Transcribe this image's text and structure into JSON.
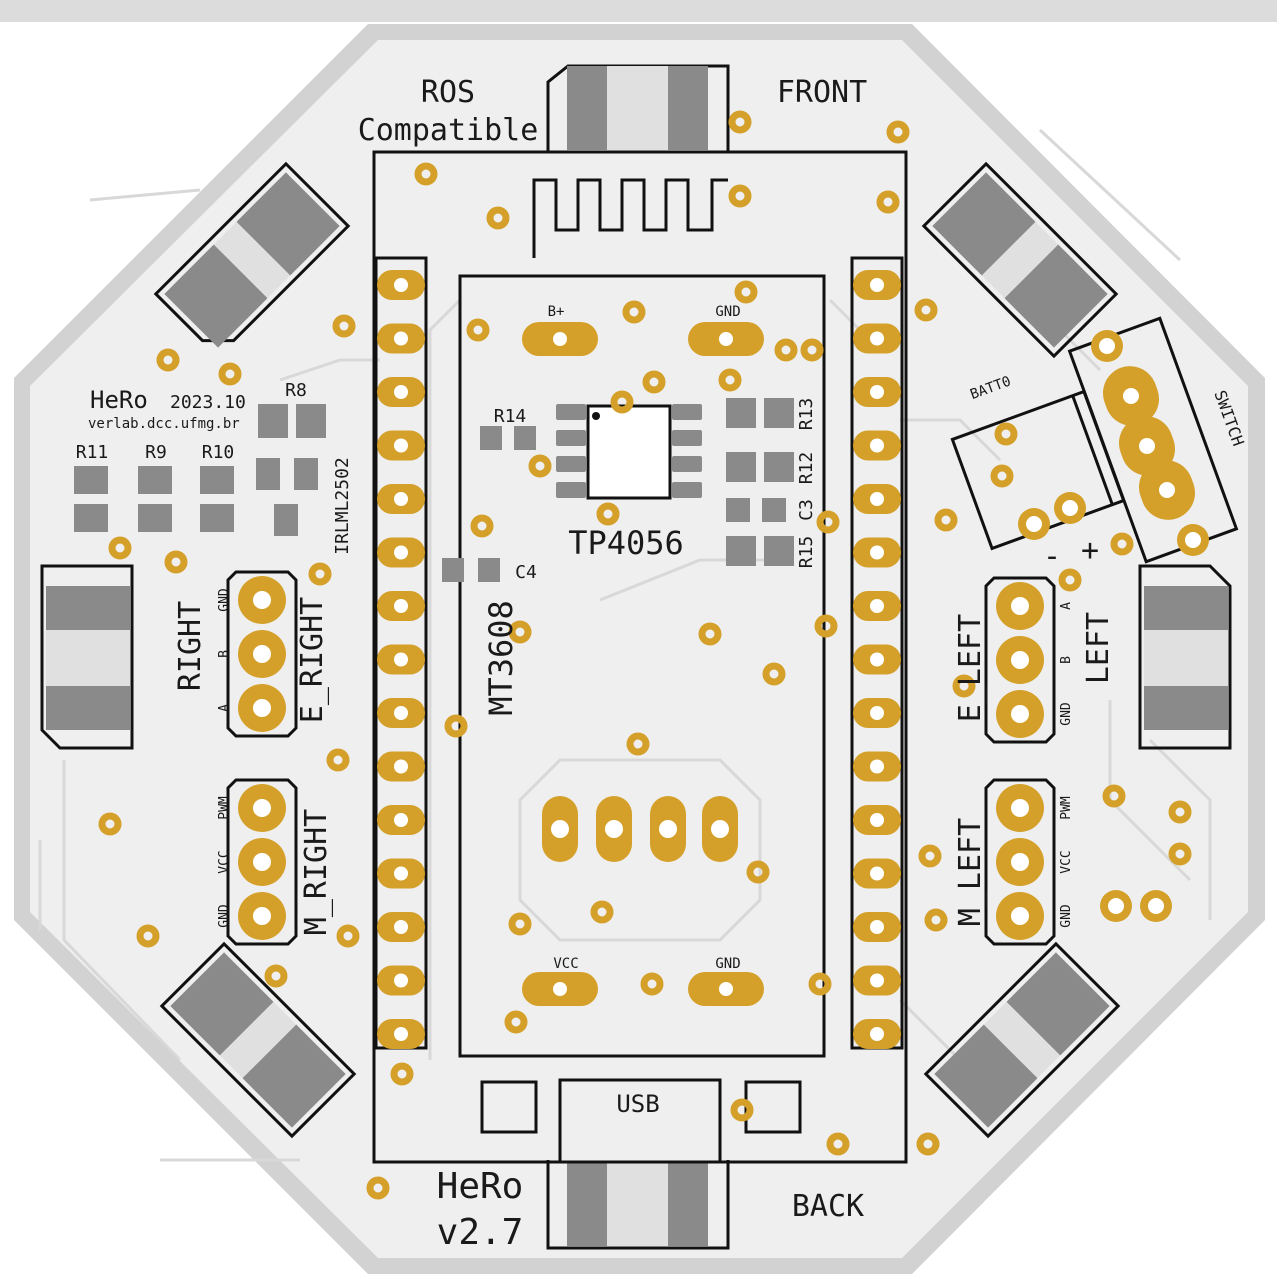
{
  "board": {
    "name_small": "HeRo",
    "date": "2023.10",
    "url": "verlab.dcc.ufmg.br",
    "name_big": "HeRo",
    "version": "v2.7",
    "ros_line1": "ROS",
    "ros_line2": "Compatible"
  },
  "directions": {
    "front": "FRONT",
    "back": "BACK"
  },
  "module": {
    "usb": "USB",
    "charger": "TP4056",
    "booster": "MT3608"
  },
  "components": {
    "r8": "R8",
    "r9": "R9",
    "r10": "R10",
    "r11": "R11",
    "r12": "R12",
    "r13": "R13",
    "r14": "R14",
    "r15": "R15",
    "c3": "C3",
    "c4": "C4",
    "mosfet": "IRLML2502"
  },
  "pads": {
    "b_plus": "B+",
    "gnd_top": "GND",
    "vcc_bottom": "VCC",
    "gnd_bottom": "GND"
  },
  "connectors": {
    "right": "RIGHT",
    "e_right": "E_RIGHT",
    "m_right": "M_RIGHT",
    "left": "LEFT",
    "e_left": "E_LEFT",
    "m_left": "M_LEFT",
    "batt": "BATT0",
    "switch": "SWITCH",
    "minus": "-",
    "plus": "+",
    "pin_gnd": "GND",
    "pin_b": "B",
    "pin_a": "A",
    "pin_pwm": "PWM",
    "pin_vcc": "VCC"
  },
  "colors": {
    "board_edge": "#d2d2d2",
    "board_fill": "#efefef",
    "copper_gold": "#d4a02a",
    "smd_gray": "#8a8a8a",
    "silkscreen": "#1a1a1a"
  }
}
